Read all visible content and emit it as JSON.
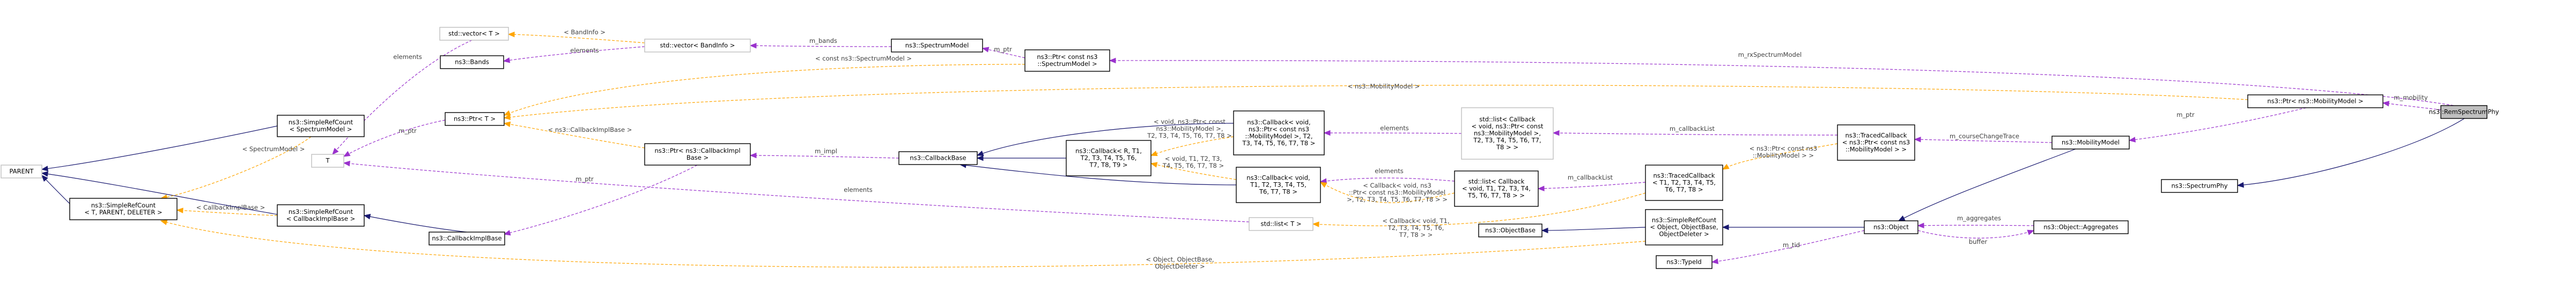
{
  "colors": {
    "inherit": "#191970",
    "usage": "#9a32cd",
    "template": "#ffa500",
    "node_border": "#000000",
    "ghost_border": "#bfbfbf",
    "highlight_fill": "#bfbfbf",
    "label": "#404040"
  },
  "nodes": [
    {
      "id": "remspectrumphy",
      "lines": [
        "ns3::RemSpectrumPhy"
      ],
      "style": "highlight"
    },
    {
      "id": "spectrumphy",
      "lines": [
        "ns3::SpectrumPhy"
      ],
      "style": "normal"
    },
    {
      "id": "ptr_mobility",
      "lines": [
        "ns3::Ptr< ns3::MobilityModel >"
      ],
      "style": "normal"
    },
    {
      "id": "mobilitymodel",
      "lines": [
        "ns3::MobilityModel"
      ],
      "style": "normal"
    },
    {
      "id": "traced_mm",
      "lines": [
        "ns3::TracedCallback",
        "< ns3::Ptr< const ns3",
        "::MobilityModel > >"
      ],
      "style": "normal"
    },
    {
      "id": "traced_t",
      "lines": [
        "ns3::TracedCallback",
        "< T1, T2, T3, T4, T5,",
        "T6, T7, T8 >"
      ],
      "style": "normal"
    },
    {
      "id": "list_cb_mm",
      "lines": [
        "std::list< Callback",
        "< void, T1, T2, T3, T4,",
        "T5, T6, T7, T8 > >"
      ],
      "style": "normal"
    },
    {
      "id": "list_cb_ptr",
      "lines": [
        "std::list< Callback",
        "< void, ns3::Ptr< const",
        "ns3::MobilityModel >,",
        "T2, T3, T4, T5, T6, T7,",
        "T8 > >"
      ],
      "style": "ghost"
    },
    {
      "id": "callback_mm",
      "lines": [
        "ns3::Callback< void,",
        "ns3::Ptr< const ns3",
        "::MobilityModel >, T2,",
        "T3, T4, T5, T6, T7, T8 >"
      ],
      "style": "normal"
    },
    {
      "id": "callback_t",
      "lines": [
        "ns3::Callback< void,",
        "T1, T2, T3, T4, T5,",
        "T6, T7, T8 >"
      ],
      "style": "normal"
    },
    {
      "id": "callback_r",
      "lines": [
        "ns3::Callback< R, T1,",
        "T2, T3, T4, T5, T6,",
        "T7, T8, T9 >"
      ],
      "style": "normal"
    },
    {
      "id": "callbackbase",
      "lines": [
        "ns3::CallbackBase"
      ],
      "style": "normal"
    },
    {
      "id": "ptr_cbimpl",
      "lines": [
        "ns3::Ptr< ns3::CallbackImpl",
        "Base >"
      ],
      "style": "normal"
    },
    {
      "id": "callbackimplbase",
      "lines": [
        "ns3::CallbackImplBase"
      ],
      "style": "normal"
    },
    {
      "id": "srcount_cbimpl",
      "lines": [
        "ns3::SimpleRefCount",
        "< CallbackImplBase >"
      ],
      "style": "normal"
    },
    {
      "id": "srcount_t",
      "lines": [
        "ns3::SimpleRefCount",
        "< T, PARENT, DELETER >"
      ],
      "style": "normal"
    },
    {
      "id": "parent",
      "lines": [
        "PARENT"
      ],
      "style": "ghost"
    },
    {
      "id": "srcount_spec",
      "lines": [
        "ns3::SimpleRefCount",
        "< SpectrumModel >"
      ],
      "style": "normal"
    },
    {
      "id": "tnode",
      "lines": [
        "T"
      ],
      "style": "ghost"
    },
    {
      "id": "ptr_t",
      "lines": [
        "ns3::Ptr< T >"
      ],
      "style": "normal"
    },
    {
      "id": "vector_t",
      "lines": [
        "std::vector< T >"
      ],
      "style": "ghost"
    },
    {
      "id": "bands",
      "lines": [
        "ns3::Bands"
      ],
      "style": "normal"
    },
    {
      "id": "vector_bandinfo",
      "lines": [
        "std::vector< BandInfo >"
      ],
      "style": "ghost"
    },
    {
      "id": "spectrummodel",
      "lines": [
        "ns3::SpectrumModel"
      ],
      "style": "normal"
    },
    {
      "id": "ptr_spec",
      "lines": [
        "ns3::Ptr< const ns3",
        "::SpectrumModel >"
      ],
      "style": "normal"
    },
    {
      "id": "list_t",
      "lines": [
        "std::list< T >"
      ],
      "style": "ghost"
    },
    {
      "id": "objectbase",
      "lines": [
        "ns3::ObjectBase"
      ],
      "style": "normal"
    },
    {
      "id": "srcount_obj",
      "lines": [
        "ns3::SimpleRefCount",
        "< Object, ObjectBase,",
        "ObjectDeleter >"
      ],
      "style": "normal"
    },
    {
      "id": "object",
      "lines": [
        "ns3::Object"
      ],
      "style": "normal"
    },
    {
      "id": "aggregates",
      "lines": [
        "ns3::Object::Aggregates"
      ],
      "style": "normal"
    },
    {
      "id": "typeid",
      "lines": [
        "ns3::TypeId"
      ],
      "style": "normal"
    }
  ],
  "edges": [
    {
      "id": "e1",
      "kind": "usage",
      "label": "m_rxSpectrumModel"
    },
    {
      "id": "e2",
      "kind": "usage",
      "label": "m_mobility"
    },
    {
      "id": "e3",
      "kind": "inherit",
      "label": ""
    },
    {
      "id": "e4",
      "kind": "usage",
      "label": "m_ptr"
    },
    {
      "id": "e5",
      "kind": "template",
      "label": "< ns3::MobilityModel >"
    },
    {
      "id": "e6",
      "kind": "usage",
      "label": "m_courseChangeTrace"
    },
    {
      "id": "e7",
      "kind": "inherit",
      "label": ""
    },
    {
      "id": "e8",
      "kind": "template",
      "label": "< ns3::Ptr< const ns3\n::MobilityModel > >"
    },
    {
      "id": "e9",
      "kind": "usage",
      "label": "m_callbackList"
    },
    {
      "id": "e10",
      "kind": "usage",
      "label": "m_callbackList"
    },
    {
      "id": "e11",
      "kind": "usage",
      "label": "elements"
    },
    {
      "id": "e12",
      "kind": "usage",
      "label": "elements"
    },
    {
      "id": "e13",
      "kind": "template",
      "label": "< Callback< void, T1,\nT2, T3, T4, T5, T6,\nT7, T8 > >"
    },
    {
      "id": "e14",
      "kind": "template",
      "label": "< Callback< void, ns3\n::Ptr< const ns3::MobilityModel\n>, T2, T3, T4, T5, T6, T7, T8 > >"
    },
    {
      "id": "e15",
      "kind": "inherit",
      "label": ""
    },
    {
      "id": "e16",
      "kind": "template",
      "label": "< void, ns3::Ptr< const\nns3::MobilityModel >,\nT2, T3, T4, T5, T6, T7, T8 >"
    },
    {
      "id": "e17",
      "kind": "inherit",
      "label": ""
    },
    {
      "id": "e18",
      "kind": "template",
      "label": "< void, T1, T2, T3,\nT4, T5, T6, T7, T8 >"
    },
    {
      "id": "e19",
      "kind": "inherit",
      "label": ""
    },
    {
      "id": "e20",
      "kind": "usage",
      "label": "m_impl"
    },
    {
      "id": "e21",
      "kind": "template",
      "label": "< ns3::CallbackImplBase >"
    },
    {
      "id": "e22",
      "kind": "usage",
      "label": "m_ptr"
    },
    {
      "id": "e23",
      "kind": "inherit",
      "label": ""
    },
    {
      "id": "e24",
      "kind": "template",
      "label": "< CallbackImplBase >"
    },
    {
      "id": "e25",
      "kind": "inherit",
      "label": ""
    },
    {
      "id": "e26",
      "kind": "inherit",
      "label": ""
    },
    {
      "id": "e27",
      "kind": "template",
      "label": "< SpectrumModel >"
    },
    {
      "id": "e28",
      "kind": "inherit",
      "label": ""
    },
    {
      "id": "e29",
      "kind": "usage",
      "label": "m_ptr"
    },
    {
      "id": "e30",
      "kind": "template",
      "label": "< const ns3::SpectrumModel >"
    },
    {
      "id": "e31",
      "kind": "usage",
      "label": "m_ptr"
    },
    {
      "id": "e32",
      "kind": "usage",
      "label": "elements"
    },
    {
      "id": "e33",
      "kind": "usage",
      "label": "elements"
    },
    {
      "id": "e34",
      "kind": "template",
      "label": "< BandInfo >"
    },
    {
      "id": "e35",
      "kind": "usage",
      "label": "m_bands"
    },
    {
      "id": "e36",
      "kind": "usage",
      "label": "elements"
    },
    {
      "id": "e37",
      "kind": "inherit",
      "label": ""
    },
    {
      "id": "e38",
      "kind": "inherit",
      "label": ""
    },
    {
      "id": "e39",
      "kind": "usage",
      "label": "m_aggregates"
    },
    {
      "id": "e40",
      "kind": "usage",
      "label": "buffer"
    },
    {
      "id": "e41",
      "kind": "usage",
      "label": "m_tid"
    },
    {
      "id": "e42",
      "kind": "template",
      "label": "< Object, ObjectBase,\nObjectDeleter >"
    }
  ]
}
